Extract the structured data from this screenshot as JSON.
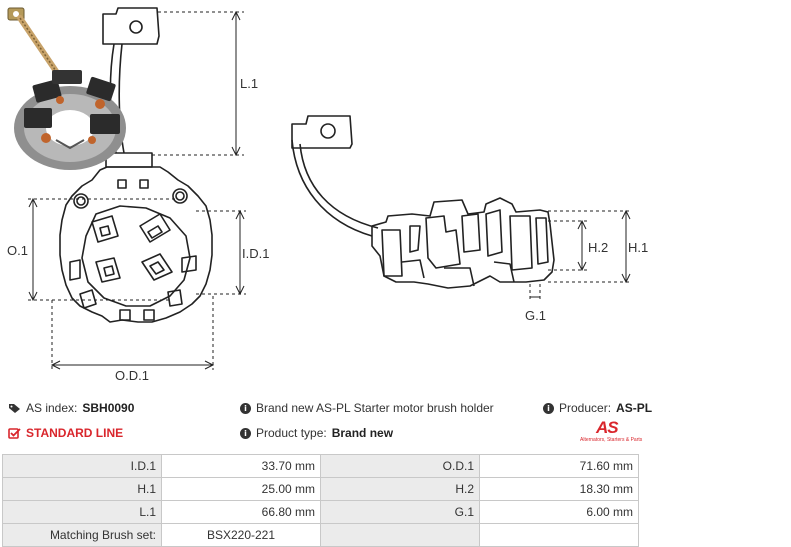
{
  "dimensions": {
    "l1": "L.1",
    "o1": "O.1",
    "id1": "I.D.1",
    "od1": "O.D.1",
    "h2": "H.2",
    "h1": "H.1",
    "g1": "G.1"
  },
  "info": {
    "as_index_label": "AS index:",
    "as_index_value": "SBH0090",
    "standard_line": "STANDARD LINE",
    "description": "Brand new AS-PL Starter motor brush holder",
    "product_type_label": "Product type:",
    "product_type_value": "Brand new",
    "producer_label": "Producer:",
    "producer_value": "AS-PL"
  },
  "logo": {
    "main": "AS",
    "sub": "Alternators, Starters & Parts"
  },
  "specs": {
    "rows": [
      {
        "l1": "I.D.1",
        "v1": "33.70 mm",
        "l2": "O.D.1",
        "v2": "71.60 mm"
      },
      {
        "l1": "H.1",
        "v1": "25.00 mm",
        "l2": "H.2",
        "v2": "18.30 mm"
      },
      {
        "l1": "L.1",
        "v1": "66.80 mm",
        "l2": "G.1",
        "v2": "6.00 mm"
      }
    ],
    "brush_set_label": "Matching Brush set:",
    "brush_set_value": "BSX220-221"
  },
  "colors": {
    "accent": "#d9262c",
    "label_bg": "#ebebeb"
  }
}
